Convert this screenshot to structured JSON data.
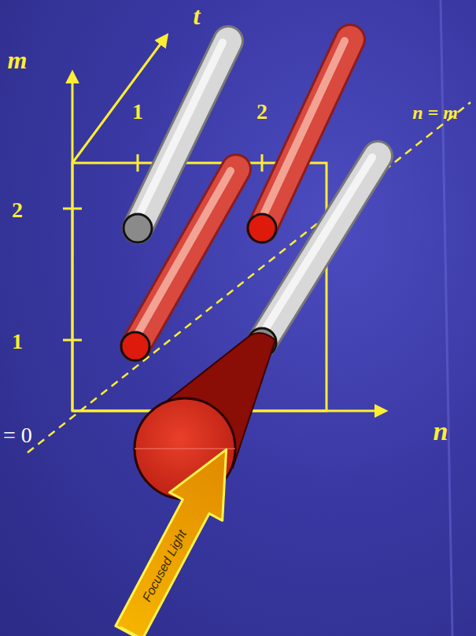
{
  "diagram": {
    "labels": [
      "t",
      "m",
      "1",
      "2",
      "n = m",
      "2",
      "1",
      "n",
      "Focused Light",
      "= 0"
    ]
  }
}
